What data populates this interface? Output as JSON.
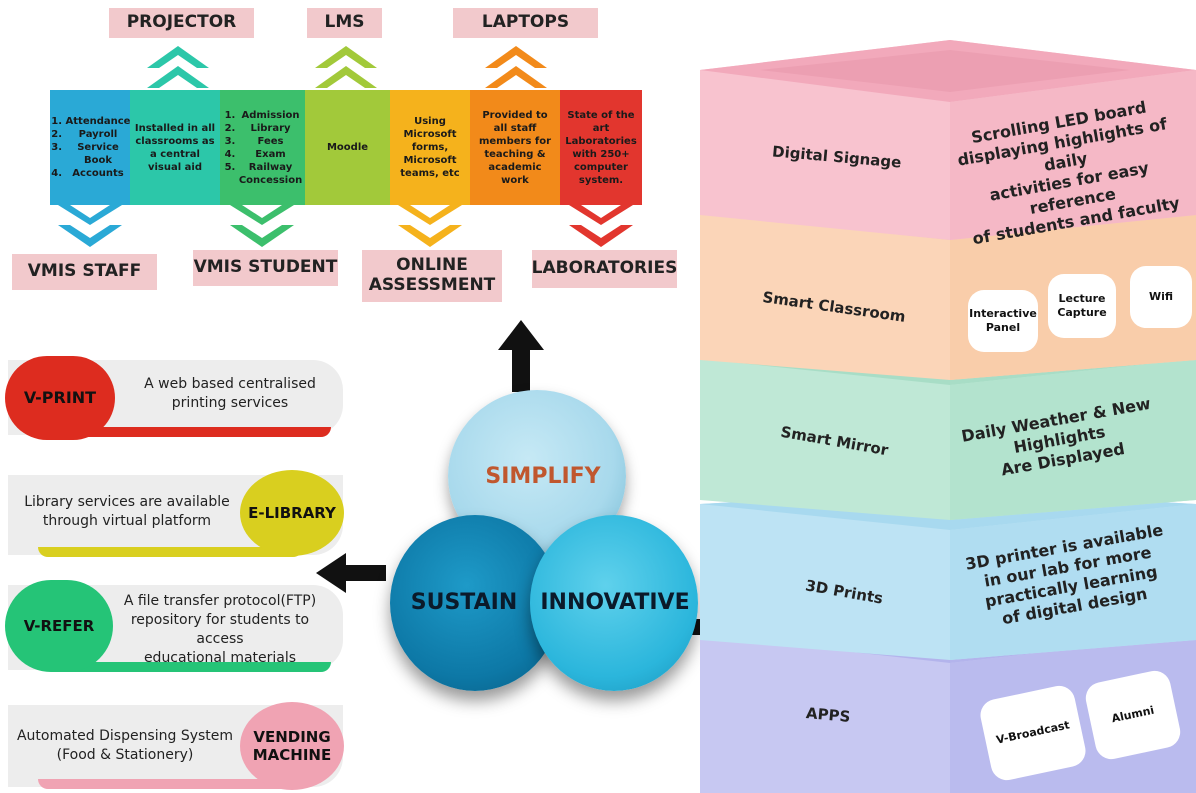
{
  "top": {
    "labels": {
      "projector": "PROJECTOR",
      "lms": "LMS",
      "laptops": "LAPTOPS",
      "vmis_staff": "VMIS STAFF",
      "vmis_student": "VMIS STUDENT",
      "online_assessment_line1": "ONLINE",
      "online_assessment_line2": "ASSESSMENT",
      "laboratories": "LABORATORIES"
    },
    "staff_items": [
      "Attendance",
      "Payroll",
      "Service Book",
      "Accounts"
    ],
    "projector_text": "Installed in all classrooms as a central visual aid",
    "student_items": [
      "Admission",
      "Library",
      "Fees",
      "Exam",
      "Railway Concession"
    ],
    "lms_text": "Moodle",
    "online_text": "Using Microsoft forms, Microsoft teams, etc",
    "laptops_text": "Provided to all staff members for teaching & academic work",
    "labs_text": "State of the art Laboratories with 250+ computer system.",
    "colors": [
      "#2aa9d6",
      "#2cc7a9",
      "#3cbf6c",
      "#a2c93a",
      "#f5b21c",
      "#f28a1a",
      "#e2362e"
    ]
  },
  "left": {
    "vprint": {
      "title": "V-PRINT",
      "text_line1": "A web based centralised",
      "text_line2": "printing services",
      "color": "#dd2c1f"
    },
    "elibrary": {
      "title": "E-LIBRARY",
      "text_line1": "Library services are available",
      "text_line2": "through virtual platform",
      "color": "#d9cf1f"
    },
    "vrefer": {
      "title": "V-REFER",
      "text_line1": "A file transfer protocol(FTP)",
      "text_line2": "repository for students to",
      "text_line3": "access",
      "text_line4": "educational materials",
      "color": "#25c477"
    },
    "vending": {
      "title_line1": "VENDING",
      "title_line2": "MACHINE",
      "text_line1": "Automated Dispensing System",
      "text_line2": "(Food  & Stationery)",
      "color": "#f0a3b3"
    }
  },
  "center": {
    "simplify": "SIMPLIFY",
    "sustain": "SUSTAIN",
    "innovative": "INNOVATIVE"
  },
  "right": {
    "digital_signage": {
      "label": "Digital Signage",
      "desc_line1": "Scrolling LED board",
      "desc_line2": "displaying highlights of daily",
      "desc_line3": "activities for easy reference",
      "desc_line4": "of students and faculty"
    },
    "smart_classroom": {
      "label": "Smart Classroom",
      "chips": [
        "Interactive Panel",
        "Lecture Capture",
        "Wifi"
      ]
    },
    "smart_mirror": {
      "label": "Smart Mirror",
      "desc_line1": "Daily Weather & New",
      "desc_line2": "Highlights",
      "desc_line3": "Are Displayed"
    },
    "prints_3d": {
      "label": "3D Prints",
      "desc_line1": "3D printer is available",
      "desc_line2": "in our lab for more",
      "desc_line3": "practically learning",
      "desc_line4": "of digital design"
    },
    "apps": {
      "label": "APPS",
      "chips": [
        "V-Broadcast",
        "Alumni"
      ]
    }
  }
}
